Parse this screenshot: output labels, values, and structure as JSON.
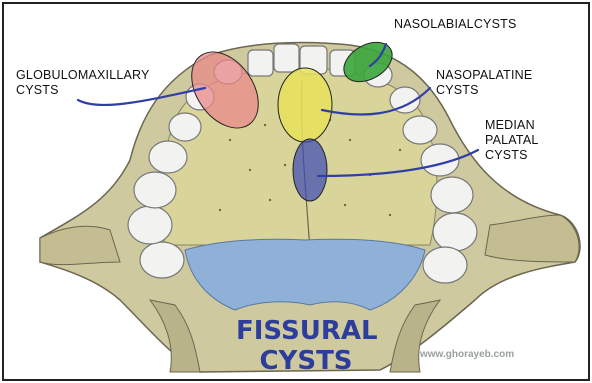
{
  "labels": {
    "globulomaxillary": [
      "GLOBULOMAXILLARY",
      "CYSTS"
    ],
    "nasolabial": "NASOLABIALCYSTS",
    "nasopalatine": [
      "NASOPALATINE",
      "CYSTS"
    ],
    "median_palatal": [
      "MEDIAN",
      "PALATAL",
      "CYSTS"
    ]
  },
  "title": [
    "FISSURAL",
    "CYSTS"
  ],
  "watermark": "www.ghorayeb.com",
  "colors": {
    "globulomaxillary": "#e88a8a",
    "nasolabial": "#3aa53a",
    "nasopalatine": "#e6e25a",
    "median_palatal": "#3b49b5",
    "leader_line": "#2f3fa6",
    "title": "#2d3d9c",
    "palate": "#d9d49a",
    "soft_palate": "#8fb1d8",
    "tooth": "#f2f2f0"
  }
}
